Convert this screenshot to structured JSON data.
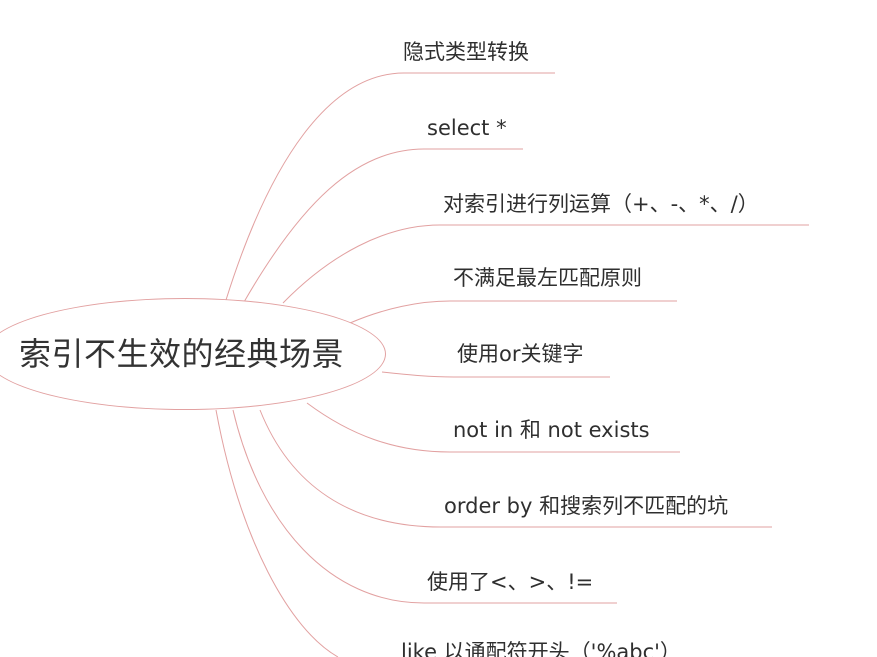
{
  "diagram": {
    "root": {
      "label": "索引不生效的经典场景"
    },
    "branches": [
      {
        "label": "隐式类型转换"
      },
      {
        "label": "select *"
      },
      {
        "label": "对索引进行列运算（+、-、*、/）"
      },
      {
        "label": "不满足最左匹配原则"
      },
      {
        "label": "使用or关键字"
      },
      {
        "label": "not in 和 not exists"
      },
      {
        "label": "order by 和搜索列不匹配的坑"
      },
      {
        "label": "使用了<、>、!="
      },
      {
        "label": "like 以通配符开头（'%abc'）"
      }
    ],
    "colors": {
      "connector": "#e2a1a1",
      "text": "#2f2f2f",
      "background": "#ffffff"
    }
  }
}
